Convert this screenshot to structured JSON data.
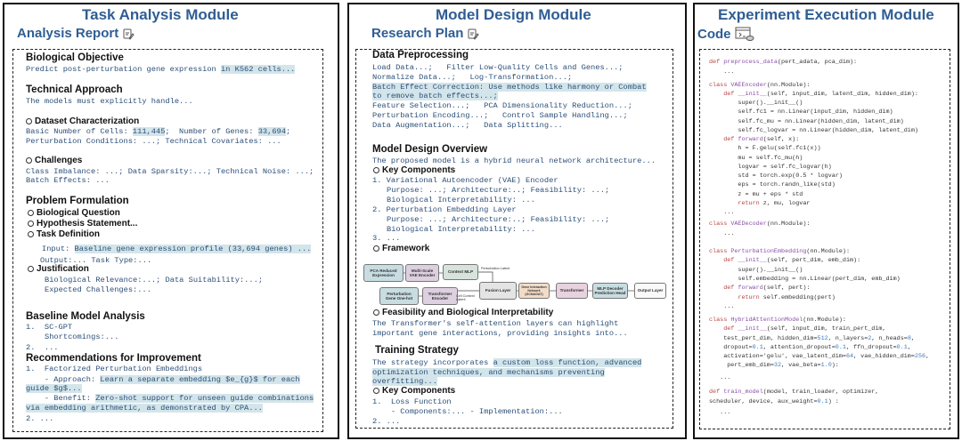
{
  "task": {
    "title": "Task Analysis Module",
    "subtitle": "Analysis Report",
    "icon": "document-edit-icon",
    "bio_objective": {
      "heading": "Biological Objective",
      "text": "Predict post-perturbation gene expression ",
      "highlight": "in K562 cells..."
    },
    "tech_approach": {
      "heading": "Technical Approach",
      "text": "The models must explicitly handle..."
    },
    "dataset": {
      "heading": "Dataset Characterization",
      "l1a": "Basic Number of Cells: ",
      "cells": "111,445",
      "l1b": ";  Number of Genes: ",
      "genes": "33,694",
      "l1c": ";",
      "l2": "Perturbation Conditions: ...; Technical Covariates: ..."
    },
    "challenges": {
      "heading": "Challenges",
      "l1": "Class Imbalance: ...; Data Sparsity:...; Technical Noise: ...;",
      "l2": "Batch Effects: ..."
    },
    "problem": {
      "heading": "Problem Formulation",
      "q": "Biological Question",
      "hyp": "Hypothesis Statement...",
      "taskdef": "Task Definition",
      "input_label": "Input: ",
      "input_value": "Baseline gene expression profile (33,694 genes) ...",
      "output": "Output:... Task Type:...",
      "just": "Justification",
      "rel": "Biological Relevance:...; Data Suitability:...;",
      "exp": "Expected Challenges:..."
    },
    "baseline": {
      "heading": "Baseline Model Analysis",
      "l1": "1.  SC-GPT",
      "l2": "Shortcomings:...",
      "l3": "2.  ..."
    },
    "recs": {
      "heading": "Recommendations for Improvement",
      "l1": "1.  Factorized Perturbation Embeddings",
      "approach_label": "    - Approach: ",
      "approach_a": "Learn a separate embedding $e_{g}$ for each",
      "approach_b": "guide $g$...",
      "benefit_label": "    - Benefit: ",
      "benefit_a": "Zero-shot support for unseen guide combinations",
      "benefit_b": "via embedding arithmetic, as demonstrated by CPA...",
      "l_last": "2. ..."
    }
  },
  "design": {
    "title": "Model Design Module",
    "subtitle": "Research Plan",
    "icon": "document-edit-icon",
    "prep": {
      "heading": "Data Preprocessing",
      "l1": "Load Data...;   Filter Low-Quality Cells and Genes...;",
      "l2": "Normalize Data...;   Log-Transformation...;",
      "l3": "Batch Effect Correction: Use methods like harmony or Combat",
      "l4": "to remove batch effects...;",
      "l5": "Feature Selection...;   PCA Dimensionality Reduction...;",
      "l6": "Perturbation Encoding...;   Control Sample Handling...;",
      "l7": "Data Augmentation...;   Data Splitting..."
    },
    "overview": {
      "heading": "Model Design Overview",
      "text": "The proposed model is a hybrid neural network architecture...",
      "key": "Key Components",
      "c1": "1. Variational Autoencoder (VAE) Encoder",
      "c1a": "Purpose: ...; Architecture:..; Feasibility: ...;",
      "c1b": "Biological Interpretability: ...",
      "c2": "2. Perturbation Embedding Layer",
      "c2a": "Purpose: ...; Architecture:..; Feasibility: ...;",
      "c2b": "Biological Interpretability: ...",
      "c3": "3. ...",
      "framework": "Framework"
    },
    "diagram": {
      "pca": "PCA Reduced Expression",
      "vae": "Multi-Scale VAE Encoder",
      "ctx": "Context MLP",
      "pert": "Perturbation Gene One-hot",
      "tenc": "Transformer Encoder",
      "fusion": "Fusion Layer",
      "gin": "Gene Interaction Network (GCN&GAT)",
      "trans": "Transformer",
      "mlp": "MLP Decoder Prediction Head",
      "out": "Output Layer",
      "pert_latent": "Perturbation Latent",
      "cell_latent": "Cell Context Latent"
    },
    "feas": {
      "heading": "Feasibility and Biological Interpretability",
      "l1": "The Transformer's self-attention layers can highlight",
      "l2": "important gene interactions, providing insights into..."
    },
    "training": {
      "heading": "Training Strategy",
      "l1a": "The strategy incorporates ",
      "l1b": "a custom loss function, advanced",
      "l2": "optimization techniques, and mechanisms preventing",
      "l3": "overfitting...",
      "key": "Key Components",
      "c1": "1.  Loss Function",
      "c1a": "    - Components:... - Implementation:...",
      "c2": "2. ..."
    }
  },
  "exec": {
    "title": "Experiment Execution Module",
    "subtitle": "Code",
    "icon": "code-window-icon",
    "code": [
      "def preprocess_data(pert_adata, pca_dim):",
      "    ...",
      "class VAEEncoder(nn.Module):",
      "    def __init__(self, input_dim, latent_dim, hidden_dim):",
      "        super().__init__()",
      "        self.fc1 = nn.Linear(input_dim, hidden_dim)",
      "        self.fc_mu = nn.Linear(hidden_dim, latent_dim)",
      "        self.fc_logvar = nn.Linear(hidden_dim, latent_dim)",
      "    def forward(self, x):",
      "        h = F.gelu(self.fc1(x))",
      "        mu = self.fc_mu(h)",
      "        logvar = self.fc_logvar(h)",
      "        std = torch.exp(0.5 * logvar)",
      "        eps = torch.randn_like(std)",
      "        z = mu + eps * std",
      "        return z, mu, logvar",
      "    ...",
      "class VAEDecoder(nn.Module):",
      "    ...",
      "class PerturbationEmbedding(nn.Module):",
      "    def __init__(self, pert_dim, emb_dim):",
      "        super().__init__()",
      "        self.embedding = nn.Linear(pert_dim, emb_dim)",
      "    def forward(self, pert):",
      "        return self.embedding(pert)",
      "    ...",
      "class HybridAttentionModel(nn.Module):",
      "    def __init__(self, input_dim, train_pert_dim,",
      "    test_pert_dim, hidden_dim=512, n_layers=2, n_heads=8,",
      "    dropout=0.1, attention_dropout=0.1, ffn_dropout=0.1,",
      "    activation='gelu', vae_latent_dim=64, vae_hidden_dim=256,",
      "     pert_emb_dim=32, vae_beta=1.0):",
      "   ...",
      "def train_model(model, train_loader, optimizer,",
      "scheduler, device, aux_weight=0.1) :",
      "   ..."
    ]
  },
  "colors": {
    "title": "#2f5d94",
    "mono_text": "#2c4f78",
    "highlight": "#d3e5ea",
    "keyword": "#b8433f",
    "function": "#8a4fa8",
    "box_blue": "#c8dde2",
    "box_lavender": "#ddd0e0",
    "box_green": "#d7e3dc",
    "box_gray": "#e4e4e4",
    "box_peach": "#f2dcc8",
    "box_pink": "#e8d2df"
  }
}
